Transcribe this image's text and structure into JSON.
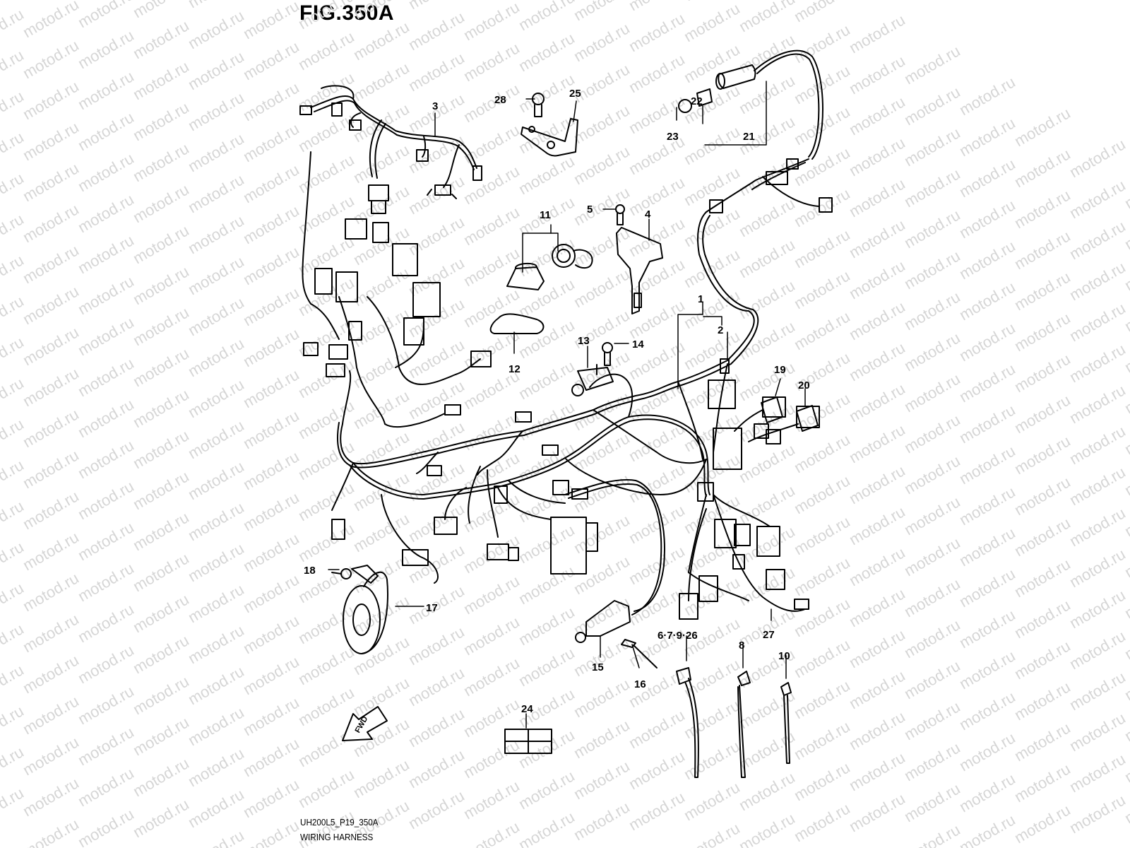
{
  "figure": {
    "title": "FIG.350A",
    "code": "UH200L5_P19_350A",
    "caption": "WIRING HARNESS",
    "watermark": "motod.ru",
    "fwd_label": "FWD"
  },
  "callouts": {
    "c1": "1",
    "c2": "2",
    "c3": "3",
    "c4": "4",
    "c5": "5",
    "c6_7_9_26": "6·7·9·26",
    "c8": "8",
    "c10": "10",
    "c11": "11",
    "c12": "12",
    "c13": "13",
    "c14": "14",
    "c15": "15",
    "c16": "16",
    "c17": "17",
    "c18": "18",
    "c19": "19",
    "c20": "20",
    "c21": "21",
    "c22": "22",
    "c23": "23",
    "c24": "24",
    "c25": "25",
    "c27": "27",
    "c28": "28"
  },
  "colors": {
    "line": "#000000",
    "watermark": "#d6d6d6",
    "background": "#ffffff"
  }
}
